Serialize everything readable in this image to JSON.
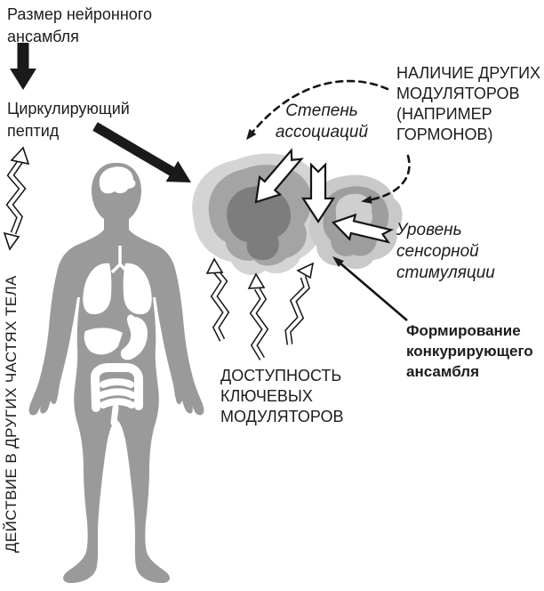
{
  "labels": {
    "neural_ensemble_size": "Размер нейронного\nансамбля",
    "circulating_peptide": "Циркулирующий\nпептид",
    "action_in_other_body_parts": "ДЕЙСТВИЕ В ДРУГИХ ЧАСТЯХ ТЕЛА",
    "degree_of_associations": "Степень\nассоциаций",
    "presence_of_other_modulators": "НАЛИЧИЕ ДРУГИХ\nМОДУЛЯТОРОВ\n(НАПРИМЕР\nГОРМОНОВ)",
    "sensory_stimulation_level": "Уровень сенсорной\nстимуляции",
    "competing_ensemble_formation": "Формирование\nконкурирующего\nансамбля",
    "key_modulators_availability": "ДОСТУПНОСТЬ\nКЛЮЧЕВЫХ\nМОДУЛЯТОРОВ"
  },
  "colors": {
    "background": "#ffffff",
    "text": "#1c1c1c",
    "body_silhouette": "#9a9a9a",
    "blob_outer_left": "#d4d4d4",
    "blob_outer_right": "#c9c9c9",
    "blob_mid": "#a4a4a4",
    "blob_core_dark": "#7d7d7d",
    "blob_inner_light": "#cfcfcf",
    "arrow_black": "#1a1a1a",
    "arrow_white_fill": "#ffffff"
  },
  "icons": {
    "thick-down-arrow-icon": "solid black arrow pointing down",
    "thick-diagonal-arrow-icon": "solid black arrow pointing down-right to brain blob",
    "double-zigzag-arrow-icon": "hollow zigzag arrow with heads at both ends",
    "zigzag-up-arrow-icon": "hollow zigzag arrow pointing up",
    "dashed-curve-arrow-icon": "dashed curved arrow",
    "white-block-arrow-icon": "white outlined block arrow with notched tail",
    "thin-arrow-icon": "thin straight black arrow",
    "human-body-icon": "gray human silhouette with white brain, lungs, liver, stomach, intestines",
    "ensemble-blob-icon": "layered gray organic blobs (neuronal ensembles)"
  }
}
